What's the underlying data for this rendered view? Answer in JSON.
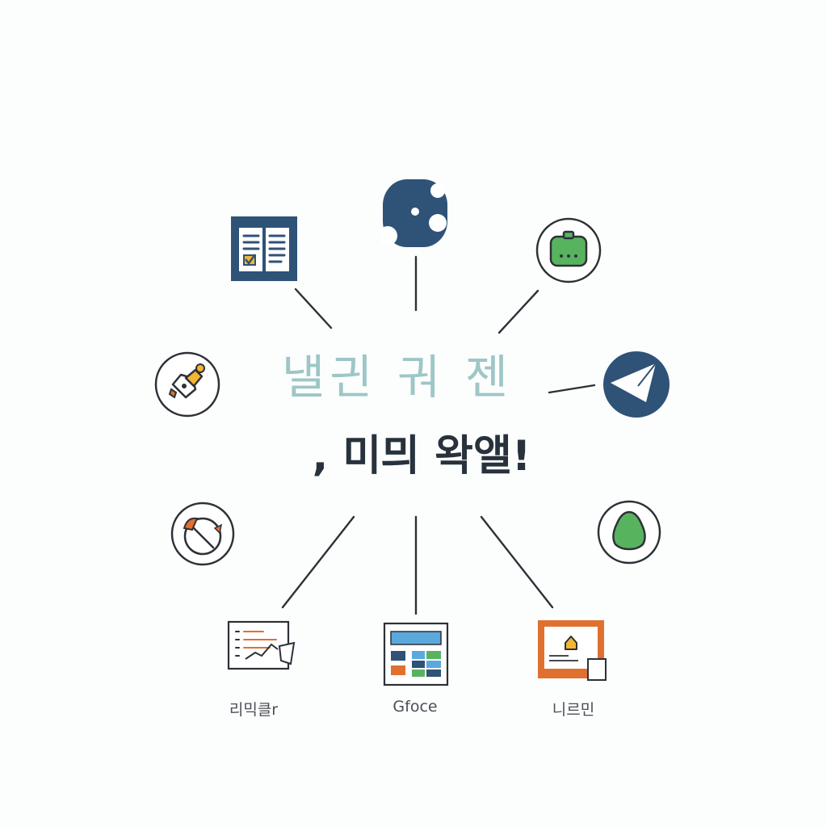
{
  "diagram": {
    "subtitle": "낼긘 궈 젠",
    "title": ", 미믜 왁앨!",
    "colors": {
      "navy": "#2f5277",
      "green": "#58b35f",
      "orange": "#e0702f",
      "blue": "#5aa9dc",
      "line": "#2d3137",
      "subtitle": "#9ec6c6",
      "title": "#28323c"
    },
    "nodes": [
      {
        "id": "book",
        "icon": "open-book-checkbox-icon"
      },
      {
        "id": "mouse",
        "icon": "mouse-icon"
      },
      {
        "id": "robot",
        "icon": "robot-face-icon"
      },
      {
        "id": "pen",
        "icon": "pen-nib-icon"
      },
      {
        "id": "send",
        "icon": "paper-plane-icon"
      },
      {
        "id": "gauge",
        "icon": "gauge-icon"
      },
      {
        "id": "leaf",
        "icon": "green-drop-icon"
      },
      {
        "id": "chart-doc",
        "icon": "chart-document-icon",
        "label": "리믹클r"
      },
      {
        "id": "grid",
        "icon": "grid-window-icon",
        "label": "Gfoce"
      },
      {
        "id": "tablet",
        "icon": "tablet-home-icon",
        "label": "니르민"
      }
    ]
  }
}
